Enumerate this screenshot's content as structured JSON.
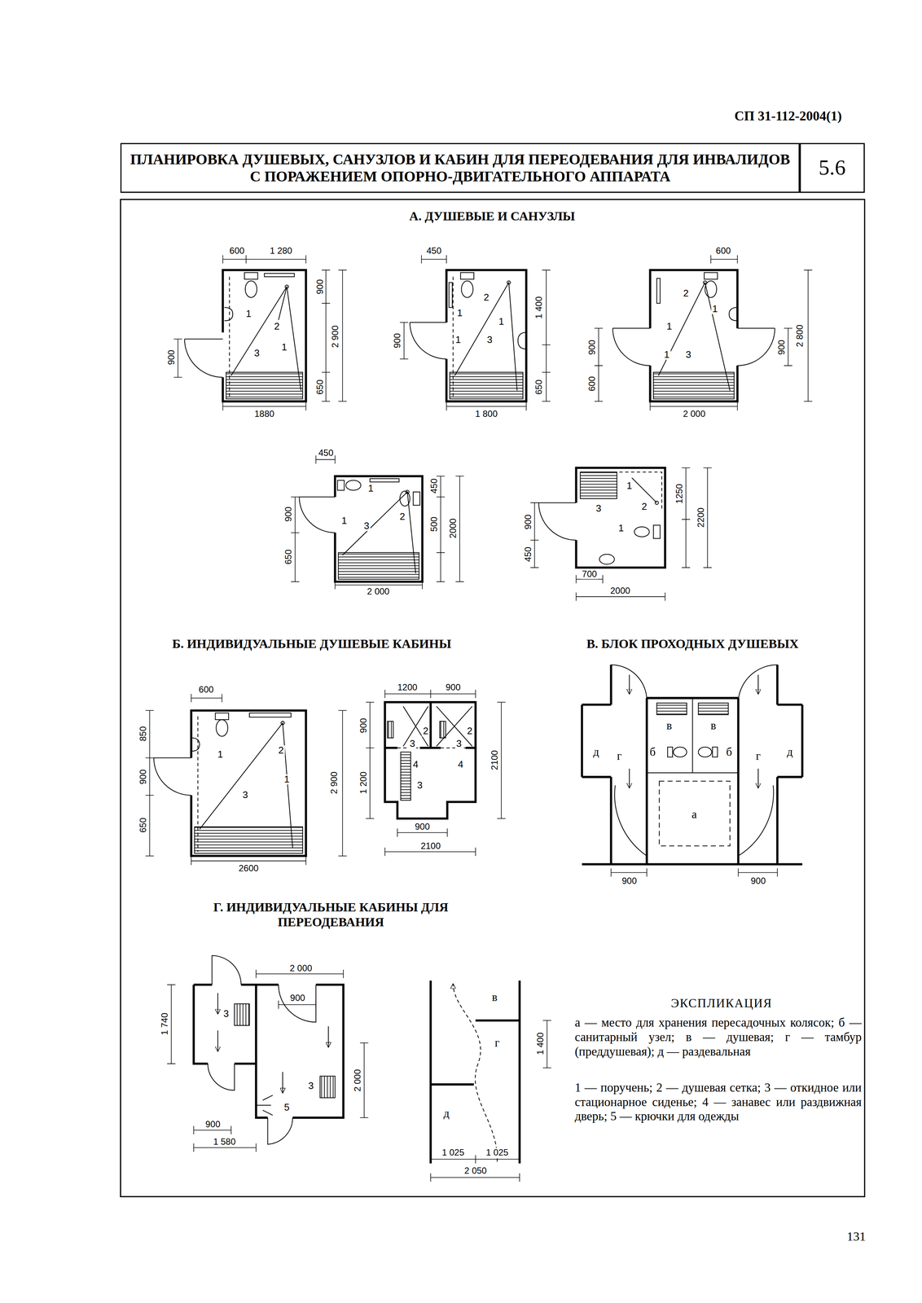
{
  "diagram": {
    "nodes": [
      {
        "text": [
          "ПЛАНИРОВКА ДУШЕВЫХ, САНУЗЛОВ И КАБИН ДЛЯ ПЕРЕОДЕВАНИЯ ДЛЯ ИНВАЛИДОВ С ПОРАЖЕНИЕМ ОПОРНО-ДВИГАТЕЛЬНОГО АППАРАТА"
        ]
      },
      {
        "text": [
          "5.6"
        ]
      }
    ],
    "labels": [
      "СП 31-112-2004(1)",
      "А. ДУШЕВЫЕ И САНУЗЛЫ",
      "600",
      "1 280",
      "900",
      "2 900",
      "650",
      "900",
      "1880",
      "1",
      "2",
      "1",
      "3",
      "450",
      "1 400",
      "650",
      "900",
      "1 800",
      "2",
      "1",
      "1",
      "1",
      "3",
      "600",
      "2 800",
      "900",
      "900",
      "600",
      "2 000",
      "2",
      "1",
      "1",
      "1",
      "3",
      "450",
      "450",
      "2000",
      "500",
      "900",
      "650",
      "2 000",
      "1",
      "2",
      "1",
      "3",
      "1250",
      "2200",
      "900",
      "450",
      "700",
      "2000",
      "1",
      "3",
      "2",
      "1",
      "Б. ИНДИВИДУАЛЬНЫЕ ДУШЕВЫЕ КАБИНЫ",
      "В. БЛОК ПРОХОДНЫХ ДУШЕВЫХ",
      "600",
      "850",
      "900",
      "650",
      "2 900",
      "2600",
      "1",
      "2",
      "1",
      "3",
      "1200",
      "900",
      "900",
      "1 200",
      "2100",
      "900",
      "2100",
      "2",
      "2",
      "3",
      "3",
      "4",
      "4",
      "3",
      "в",
      "в",
      "д",
      "г",
      "б",
      "б",
      "г",
      "д",
      "а",
      "900",
      "900",
      "Г. ИНДИВИДУАЛЬНЫЕ КАБИНЫ ДЛЯ ПЕРЕОДЕВАНИЯ",
      "2 000",
      "900",
      "1 740",
      "3",
      "3",
      "5",
      "900",
      "2 000",
      "1 580",
      "в",
      "г",
      "1 400",
      "д",
      "1 025",
      "1 025",
      "2 050",
      "ЭКСПЛИКАЦИЯ",
      "а — место для хранения пересадочных колясок; б — санитарный узел; в — душевая; г — тамбур (преддушевая); д — раздевальная",
      "1 — поручень; 2 — душевая сетка; 3 — откидное или стационарное сиденье; 4 — занавес или раздвижная дверь; 5 — крючки для одежды",
      "131"
    ]
  }
}
